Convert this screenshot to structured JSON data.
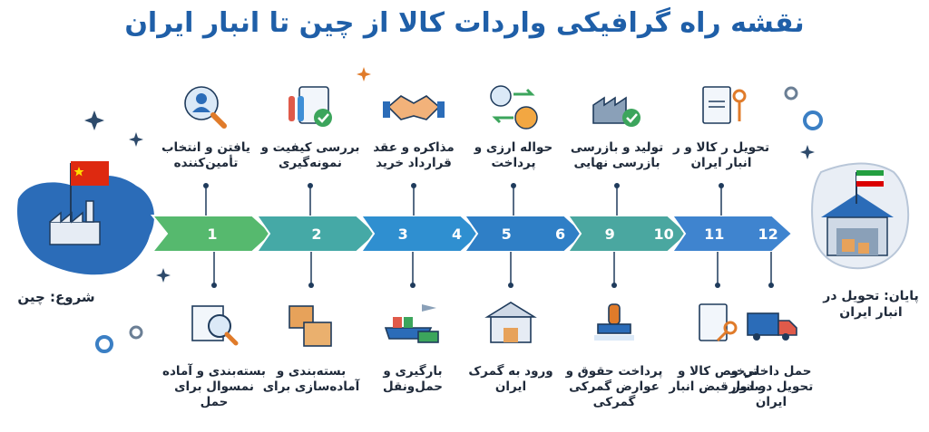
{
  "title": "نقشه راه گرافیکی واردات کالا از چین تا انبار ایران",
  "start": {
    "label": "شروع: چین"
  },
  "end": {
    "label": "پایان: تحویل در انبار ایران"
  },
  "flag_colors": {
    "china": "#de2910",
    "china_star": "#ffde00",
    "iran_green": "#239f40",
    "iran_red": "#da0000"
  },
  "arrow_colors": [
    "#56b96e",
    "#45a9a6",
    "#2f8fd0",
    "#2f7fc6",
    "#4aa7a0",
    "#3f84cf"
  ],
  "arrows": [
    {
      "numbers": [
        "1"
      ]
    },
    {
      "numbers": [
        "2"
      ]
    },
    {
      "numbers": [
        "3",
        "4"
      ]
    },
    {
      "numbers": [
        "5",
        "6"
      ]
    },
    {
      "numbers": [
        "9",
        "10"
      ]
    },
    {
      "numbers": [
        "11",
        "12"
      ]
    }
  ],
  "top_steps": [
    {
      "label": "یافتن و انتخاب تأمین‌کننده",
      "icon": "magnifier-person-icon"
    },
    {
      "label": "بررسی کیفیت و نمونه‌گیری",
      "icon": "lab-clipboard-icon"
    },
    {
      "label": "مذاکره و عقد قرارداد خرید",
      "icon": "handshake-icon"
    },
    {
      "label": "حواله ارزی و پرداخت",
      "icon": "currency-exchange-icon"
    },
    {
      "label": "تولید و بازرسی بازرسی نهایی",
      "icon": "factory-check-icon"
    },
    {
      "label": "تحویل ر کالا و ر انبار ایران",
      "icon": "document-key-icon"
    }
  ],
  "bottom_steps": [
    {
      "label": "بسته‌بندی و آماده نمسوال برای حمل",
      "icon": "inspection-icon"
    },
    {
      "label": "بسته‌بندی و آماده‌سازی برای",
      "icon": "boxes-icon"
    },
    {
      "label": "بارگیری و حمل‌ونقل",
      "icon": "ship-truck-plane-icon"
    },
    {
      "label": "ورود به گمرک ایران",
      "icon": "customs-building-icon"
    },
    {
      "label": "پرداخت حقوق و عوارض گمرکی گمرکی",
      "icon": "stamp-icon"
    },
    {
      "label": "ترخیص کالا و صدور قبض انبار",
      "icon": "clipboard-key-icon"
    },
    {
      "label": "حمل داخلی و تحویل در انبار ایران",
      "icon": "delivery-truck-icon"
    }
  ]
}
